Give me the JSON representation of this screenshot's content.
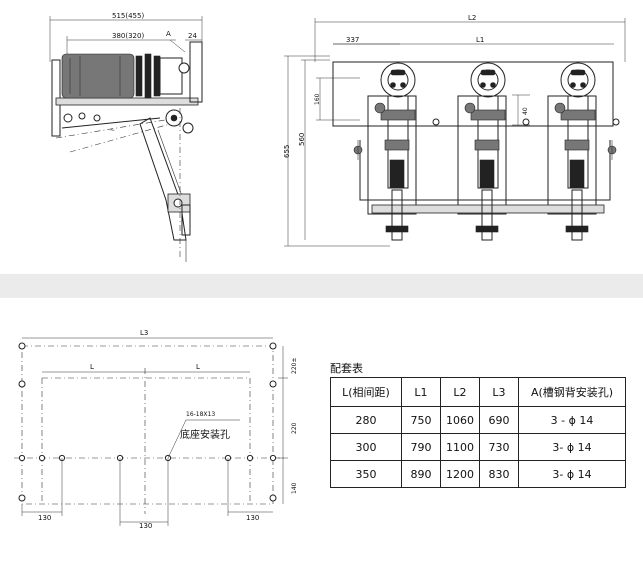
{
  "side_view": {
    "dims": {
      "overall": "515(455)",
      "inner": "380(320)",
      "a_label": "A",
      "small": "24"
    }
  },
  "front_view": {
    "dims": {
      "l2": "L2",
      "l1": "L1",
      "left_offset": "337",
      "height_total": "655",
      "height_mid": "560",
      "height_small": "160",
      "width_small": "40"
    }
  },
  "base_plan": {
    "dims": {
      "l3": "L3",
      "l_left": "L",
      "l_right": "L",
      "h_top": "220±",
      "h_mid": "220",
      "h_bottom": "140",
      "w_left": "130",
      "w_mid": "130",
      "w_right": "130"
    },
    "hole_spec": "16-18X13",
    "hole_label": "底座安装孔"
  },
  "spec_table": {
    "title": "配套表",
    "headers": [
      "L(相间距)",
      "L1",
      "L2",
      "L3",
      "A(槽钢背安装孔)"
    ],
    "rows": [
      [
        "280",
        "750",
        "1060",
        "690",
        "3 - ϕ 14"
      ],
      [
        "300",
        "790",
        "1100",
        "730",
        "3- ϕ 14"
      ],
      [
        "350",
        "890",
        "1200",
        "830",
        "3- ϕ 14"
      ]
    ]
  }
}
